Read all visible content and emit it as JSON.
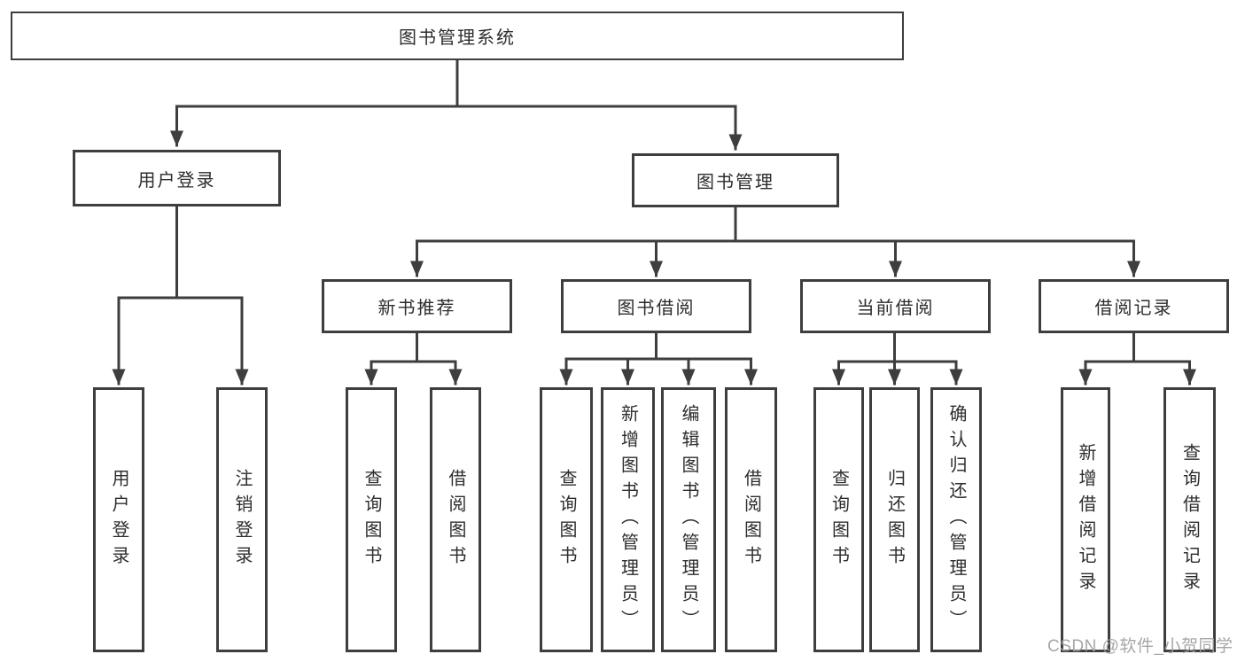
{
  "diagram": {
    "type": "hierarchy-tree",
    "watermark": "CSDN @软件_小贺同学",
    "colors": {
      "background": "#ffffff",
      "line": "#3e3e3e",
      "box_border": "#3e3e3e",
      "text": "#2d2d2d",
      "watermark_text": "#a0a0a0"
    },
    "tree": {
      "label": "图书管理系统",
      "children": [
        {
          "label": "用户登录",
          "children": [
            {
              "label": "用户登录"
            },
            {
              "label": "注销登录"
            }
          ]
        },
        {
          "label": "图书管理",
          "children": [
            {
              "label": "新书推荐",
              "children": [
                {
                  "label": "查询图书"
                },
                {
                  "label": "借阅图书"
                }
              ]
            },
            {
              "label": "图书借阅",
              "children": [
                {
                  "label": "查询图书"
                },
                {
                  "label": "新增图书（管理员）"
                },
                {
                  "label": "编辑图书（管理员）"
                },
                {
                  "label": "借阅图书"
                }
              ]
            },
            {
              "label": "当前借阅",
              "children": [
                {
                  "label": "查询图书"
                },
                {
                  "label": "归还图书"
                },
                {
                  "label": "确认归还（管理员）"
                }
              ]
            },
            {
              "label": "借阅记录",
              "children": [
                {
                  "label": "新增借阅记录"
                },
                {
                  "label": "查询借阅记录"
                }
              ]
            }
          ]
        }
      ]
    }
  }
}
